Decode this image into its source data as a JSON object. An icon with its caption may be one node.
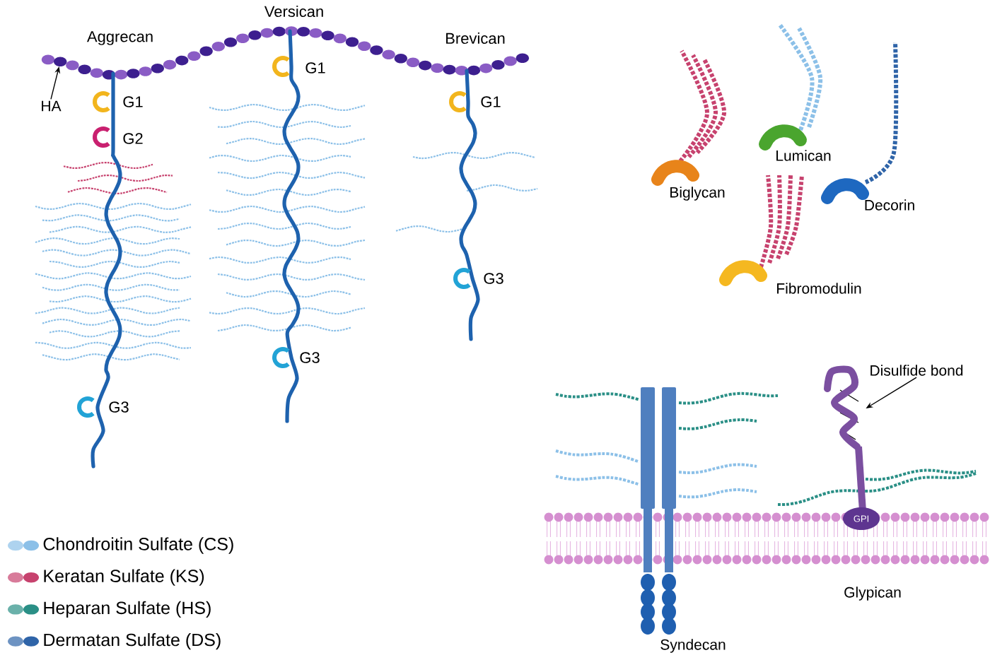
{
  "diagram": {
    "nodes": [
      {
        "text": [
          "HA"
        ]
      },
      {
        "text": [],
        "shape": "picture"
      },
      {
        "text": [
          "Disulfide bond"
        ]
      },
      {
        "text": [],
        "shape": "picture"
      }
    ],
    "edges": [
      {
        "from": 0,
        "to": 1,
        "arrow": "to"
      },
      {
        "from": 2,
        "to": 3,
        "arrow": "to"
      }
    ],
    "labels": [
      "Versican",
      "Aggrecan",
      "Brevican",
      "G1",
      "G1",
      "G1",
      "G2",
      "Lumican",
      "Biglycan",
      "Decorin",
      "G3",
      "Fibromodulin",
      "G3",
      "G3",
      "GPI",
      "Glypican",
      "Syndecan"
    ],
    "legend": [
      {
        "text": "Chondroitin Sulfate (CS)",
        "color": "#8cc0e8"
      },
      {
        "text": "Keratan Sulfate (KS)",
        "color": "#c7426e"
      },
      {
        "text": "Heparan Sulfate (HS)",
        "color": "#2a8f86"
      },
      {
        "text": "Dermatan Sulfate (DS)",
        "color": "#2f64a8"
      }
    ]
  }
}
